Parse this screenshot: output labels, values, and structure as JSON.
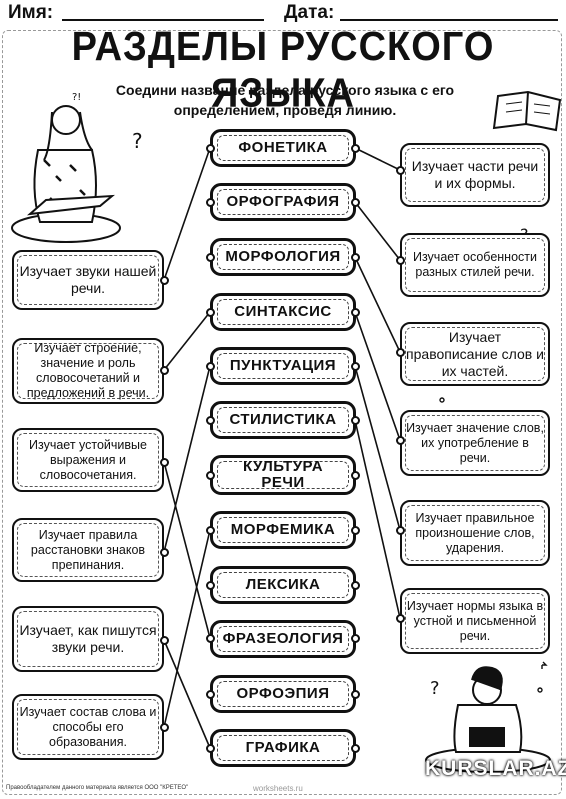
{
  "header": {
    "name_label": "Имя:",
    "date_label": "Дата:"
  },
  "title": "РАЗДЕЛЫ РУССКОГО ЯЗЫКА",
  "instruction": "Соедини название раздела русского языка с его определением, проведя линию.",
  "terms": [
    "ФОНЕТИКА",
    "ОРФОГРАФИЯ",
    "МОРФОЛОГИЯ",
    "СИНТАКСИС",
    "ПУНКТУАЦИЯ",
    "СТИЛИСТИКА",
    "КУЛЬТУРА РЕЧИ",
    "МОРФЕМИКА",
    "ЛЕКСИКА",
    "ФРАЗЕОЛОГИЯ",
    "ОРФОЭПИЯ",
    "ГРАФИКА"
  ],
  "left_definitions": [
    "Изучает звуки нашей речи.",
    "Изучает строение, значение и роль словосочетаний и предложений в речи.",
    "Изучает устойчивые выражения и словосочетания.",
    "Изучает правила расстановки знаков препинания.",
    "Изучает, как пишутся звуки речи.",
    "Изучает состав слова и способы его образования."
  ],
  "right_definitions": [
    "Изучает части речи и их формы.",
    "Изучает особенности разных стилей речи.",
    "Изучает правописание слов и их частей.",
    "Изучает значение слов, их употребление в речи.",
    "Изучает правильное произношение слов, ударения.",
    "Изучает нормы языка в устной и письменной речи."
  ],
  "footer": "Правообладателем данного материала является ООО \"КРЕТЕО\"",
  "watermark": "worksheets.ru",
  "brand": "KURSLAR.AZ"
}
